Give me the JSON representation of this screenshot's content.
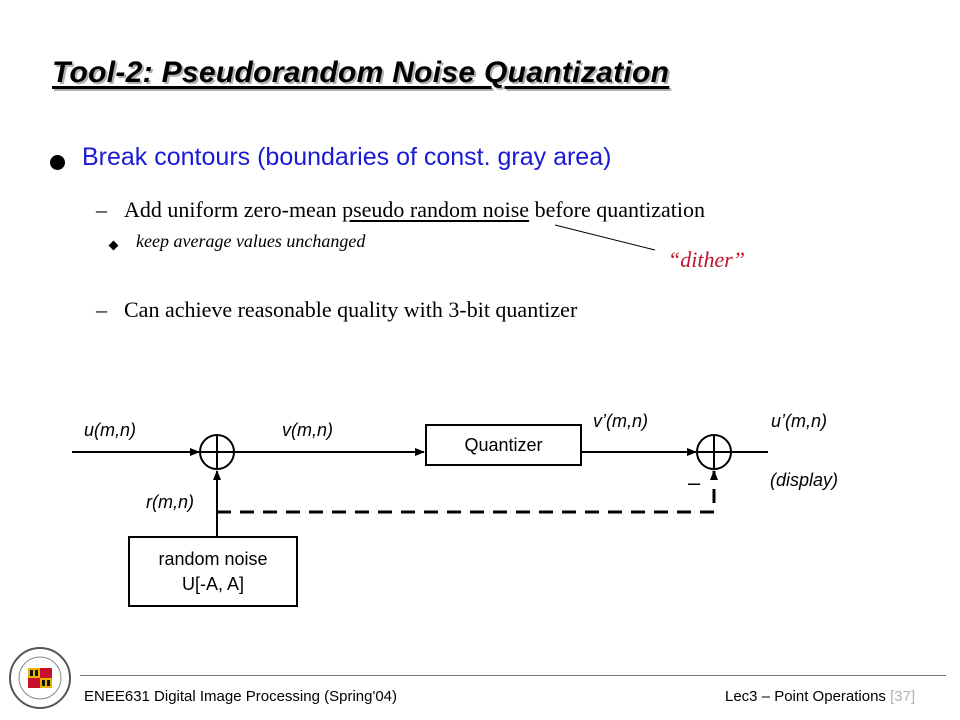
{
  "slide": {
    "title": "Tool-2: Pseudorandom Noise Quantization",
    "bullet": "Break contours (boundaries of const. gray area)",
    "sub1": {
      "dash": "–",
      "before": "Add uniform zero-mean ",
      "underlined": "pseudo random noise",
      "after": " before quantization"
    },
    "subsub1": "keep average values unchanged",
    "annotation": "“dither”",
    "sub2": {
      "dash": "–",
      "text": "Can achieve reasonable quality with 3-bit quantizer"
    }
  },
  "diagram": {
    "labels": {
      "input": "u(m,n)",
      "v": "v(m,n)",
      "vprime": "v’(m,n)",
      "uprime": "u’(m,n)",
      "display": "(display)",
      "r": "r(m,n)",
      "minus": "–"
    },
    "quantizer": "Quantizer",
    "noise_line1": "random noise",
    "noise_line2": "U[-A, A]"
  },
  "footer": {
    "left": "ENEE631 Digital Image Processing (Spring'04)",
    "right": "Lec3 – Point Operations ",
    "page": "[37]"
  },
  "colors": {
    "bullet": "#1a1ad6",
    "annotation": "#c0142a",
    "page_number": "#b3b3b3"
  }
}
